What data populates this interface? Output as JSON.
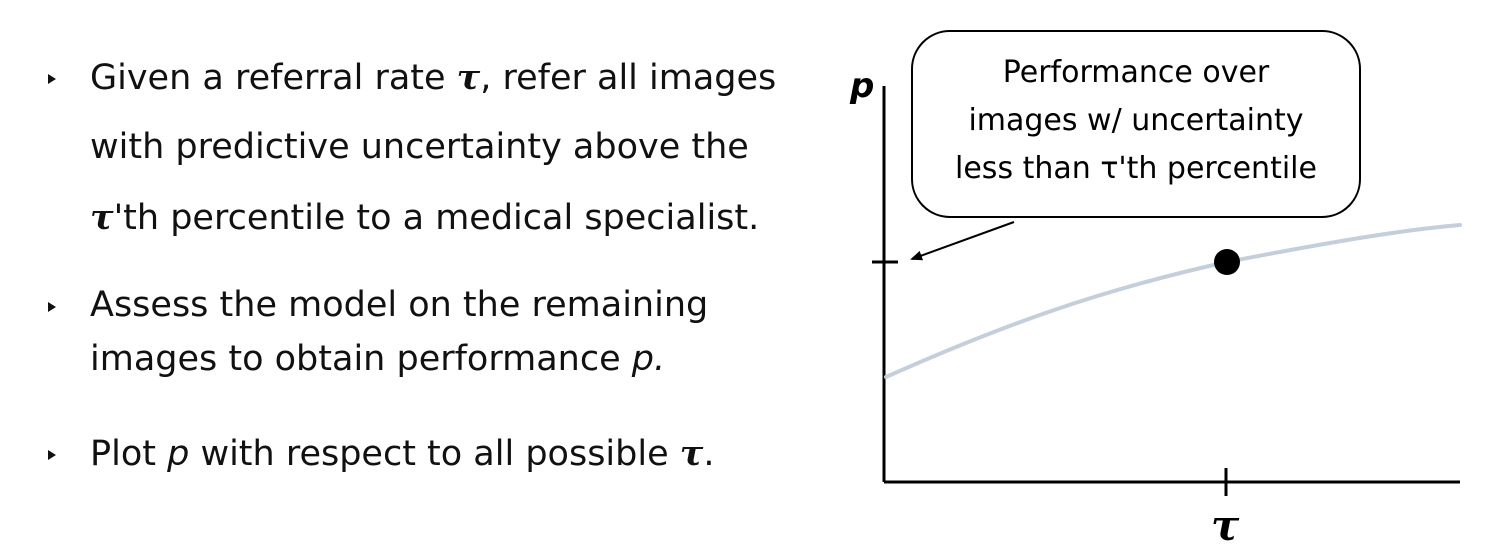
{
  "bullets": [
    {
      "line1_a": "Given a referral rate ",
      "line1_tau": "τ",
      "line1_b": ", refer all images",
      "line2": "with predictive uncertainty above the",
      "line3_tau": "τ",
      "line3_b": "'th percentile to a medical specialist."
    },
    {
      "line1": "Assess the model on the remaining",
      "line2_a": "images to obtain performance ",
      "line2_p": "p.",
      "line2_b": ""
    },
    {
      "a": "Plot ",
      "p": "p",
      "b": " with respect to all possible ",
      "tau": "τ",
      "c": "."
    }
  ],
  "diagram": {
    "y_axis_label": "p",
    "x_axis_label": "τ",
    "callout_lines": [
      "Performance over",
      "images w/ uncertainty",
      "less than τ'th percentile"
    ],
    "curve_color": "#c5cfdb",
    "point_color": "#000000",
    "axis_color": "#000000"
  }
}
